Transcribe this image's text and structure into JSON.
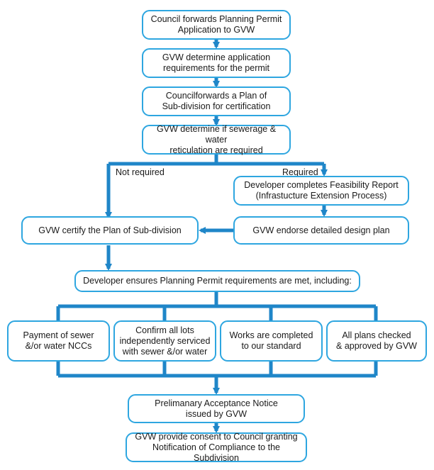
{
  "colors": {
    "accent": "#2ea6e0",
    "connector": "#1f86c8",
    "text": "#1a1a1a"
  },
  "nodes": {
    "council_forwards_application": "Council forwards Planning Permit\nApplication to GVW",
    "gvw_determine_requirements": "GVW determine application\nrequirements for the permit",
    "council_forwards_plan": "Councilforwards a Plan of\nSub-division for certification",
    "gvw_determine_sewerage": "GVW determine if sewerage & water\nreticulation are required",
    "feasibility_report": "Developer completes Feasibility Report\n(Infrastucture Extension Process)",
    "endorse_design": "GVW endorse detailed design plan",
    "certify_plan": "GVW certify the Plan of Sub-division",
    "developer_ensures": "Developer ensures Planning Permit requirements are met, including:",
    "payment_nccs": "Payment of sewer\n&/or water NCCs",
    "confirm_lots": "Confirm all lots\nindependently serviced\nwith sewer &/or water",
    "works_completed": "Works are completed\nto our standard",
    "plans_checked": "All plans checked\n& approved by GVW",
    "acceptance_notice": "Prelimanary Acceptance Notice\nissued by GVW",
    "consent": "GVW provide consent to Council granting\nNotification of Compliance to the Subdivision"
  },
  "edge_labels": {
    "not_required": "Not required",
    "required": "Required"
  }
}
